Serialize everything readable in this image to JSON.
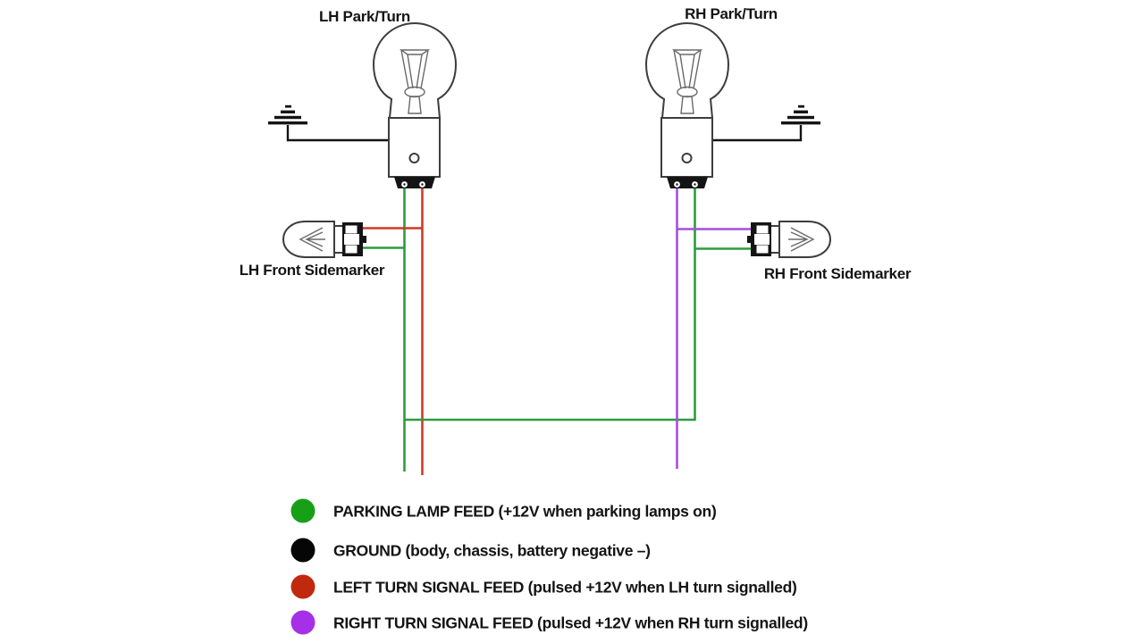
{
  "diagram": {
    "lh_bulb_title": "LH Park/Turn",
    "rh_bulb_title": "RH Park/Turn",
    "lh_sidemarker_label": "LH Front Sidemarker",
    "rh_sidemarker_label": "RH Front Sidemarker"
  },
  "colors": {
    "wire_green": "#2d9c3e",
    "wire_red": "#cd3a28",
    "wire_purple": "#a44fe0",
    "wire_ground": "#141414"
  },
  "legend": {
    "items": [
      {
        "id": "parking-lamp-feed",
        "color": "#17a017",
        "label": "PARKING LAMP FEED (+12V when parking lamps on)"
      },
      {
        "id": "ground",
        "color": "#060606",
        "label": "GROUND (body, chassis, battery negative –)"
      },
      {
        "id": "left-turn-signal-feed",
        "color": "#c1290f",
        "label": "LEFT TURN SIGNAL FEED (pulsed +12V when LH turn signalled)"
      },
      {
        "id": "right-turn-signal-feed",
        "color": "#a62fe8",
        "label": "RIGHT TURN SIGNAL FEED (pulsed +12V when RH turn signalled)"
      }
    ]
  }
}
